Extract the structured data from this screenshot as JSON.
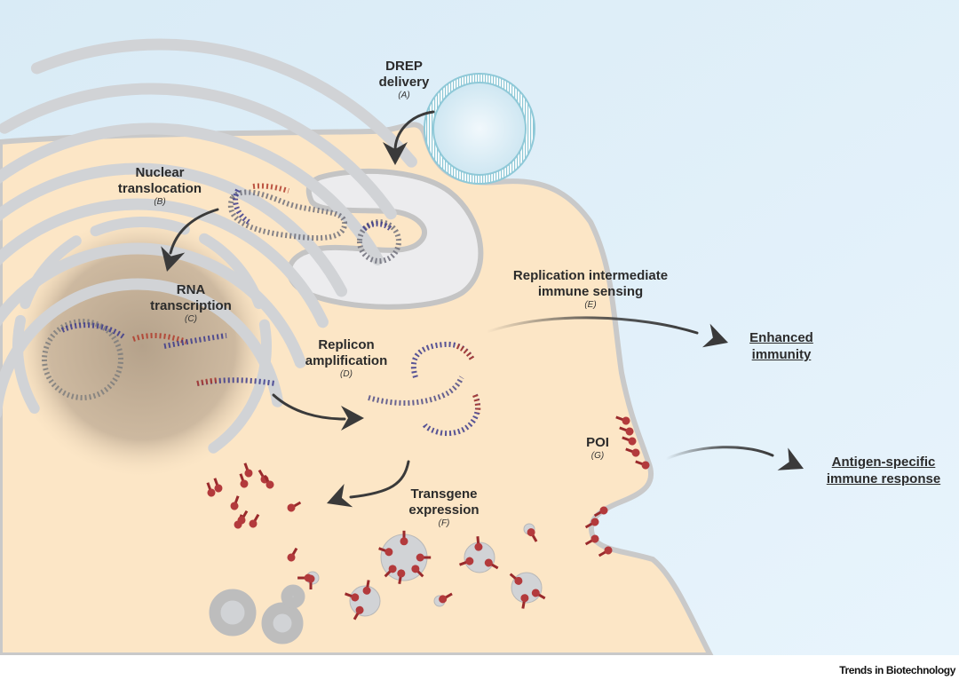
{
  "figure": {
    "title": "DREP replicon mechanism in host cell",
    "colors": {
      "background_top": "#dcecf6",
      "background_right": "#e4f2fb",
      "cytoplasm": "#fce6c6",
      "membrane": "#c8c8c8",
      "organelle": "#d3d5d8",
      "nucleus_shade": "#b9a58d",
      "arrow": "#3a3a3a",
      "rna_blue": "#3b3a8c",
      "rna_red": "#b03a2a",
      "protein": "#9a2a2c",
      "lnp": "#8fc9d8"
    }
  },
  "steps": [
    {
      "id": "A",
      "title_lines": [
        "DREP",
        "delivery"
      ],
      "tag": "(A)"
    },
    {
      "id": "B",
      "title_lines": [
        "Nuclear",
        "translocation"
      ],
      "tag": "(B)"
    },
    {
      "id": "C",
      "title_lines": [
        "RNA",
        "transcription"
      ],
      "tag": "(C)"
    },
    {
      "id": "D",
      "title_lines": [
        "Replicon",
        "amplification"
      ],
      "tag": "(D)"
    },
    {
      "id": "E",
      "title_lines": [
        "Replication intermediate",
        "immune sensing"
      ],
      "tag": "(E)"
    },
    {
      "id": "F",
      "title_lines": [
        "Transgene",
        "expression"
      ],
      "tag": "(F)"
    },
    {
      "id": "G",
      "title_lines": [
        "POI"
      ],
      "tag": "(G)"
    }
  ],
  "outcomes": [
    {
      "lines": [
        "Enhanced",
        "immunity"
      ]
    },
    {
      "lines": [
        "Antigen-specific",
        "immune response"
      ]
    }
  ],
  "footer": "Trends in Biotechnology"
}
